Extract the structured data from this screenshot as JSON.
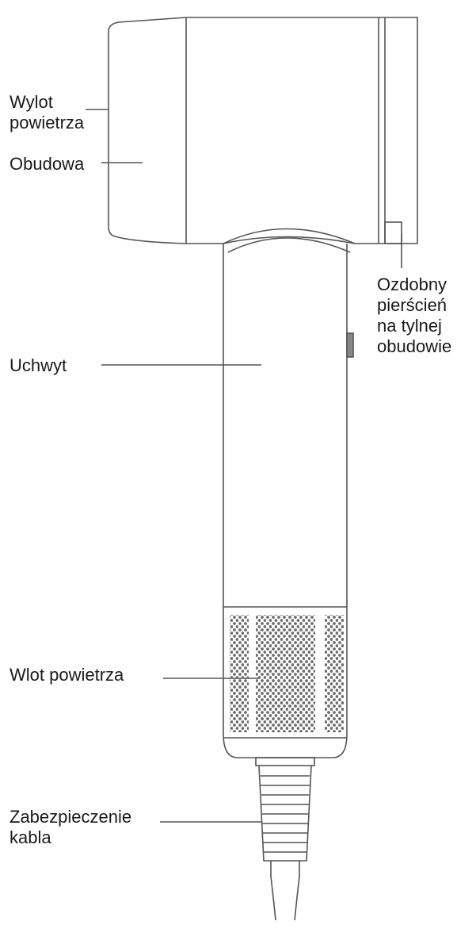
{
  "labels": {
    "air_outlet": [
      "Wylot",
      "powietrza"
    ],
    "housing": "Obudowa",
    "decorative_ring": [
      "Ozdobny",
      "pierścień",
      "na tylnej",
      "obudowie"
    ],
    "handle": "Uchwyt",
    "air_inlet": "Wlot powietrza",
    "cable_guard": [
      "Zabezpieczenie",
      "kabla"
    ]
  }
}
